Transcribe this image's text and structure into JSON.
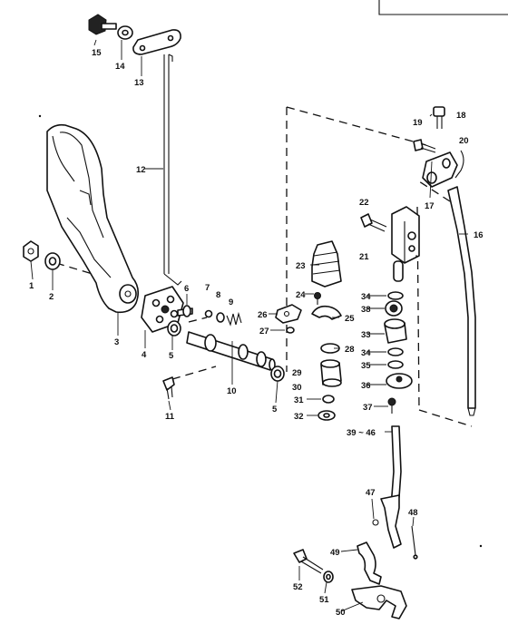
{
  "diagram": {
    "labels": [
      {
        "id": "15",
        "text": "15"
      },
      {
        "id": "14",
        "text": "14"
      },
      {
        "id": "13",
        "text": "13"
      },
      {
        "id": "12",
        "text": "12"
      },
      {
        "id": "1",
        "text": "1"
      },
      {
        "id": "2",
        "text": "2"
      },
      {
        "id": "3",
        "text": "3"
      },
      {
        "id": "4",
        "text": "4"
      },
      {
        "id": "5a",
        "text": "5"
      },
      {
        "id": "6",
        "text": "6"
      },
      {
        "id": "7",
        "text": "7"
      },
      {
        "id": "8",
        "text": "8"
      },
      {
        "id": "9",
        "text": "9"
      },
      {
        "id": "10",
        "text": "10"
      },
      {
        "id": "5b",
        "text": "5"
      },
      {
        "id": "11",
        "text": "11"
      },
      {
        "id": "18",
        "text": "18"
      },
      {
        "id": "19",
        "text": "19"
      },
      {
        "id": "20",
        "text": "20"
      },
      {
        "id": "17",
        "text": "17"
      },
      {
        "id": "16",
        "text": "16"
      },
      {
        "id": "22",
        "text": "22"
      },
      {
        "id": "21",
        "text": "21"
      },
      {
        "id": "23",
        "text": "23"
      },
      {
        "id": "24",
        "text": "24"
      },
      {
        "id": "26",
        "text": "26"
      },
      {
        "id": "25",
        "text": "25"
      },
      {
        "id": "34a",
        "text": "34"
      },
      {
        "id": "38",
        "text": "38"
      },
      {
        "id": "27",
        "text": "27"
      },
      {
        "id": "33",
        "text": "33"
      },
      {
        "id": "28",
        "text": "28"
      },
      {
        "id": "34b",
        "text": "34"
      },
      {
        "id": "35",
        "text": "35"
      },
      {
        "id": "29",
        "text": "29"
      },
      {
        "id": "30",
        "text": "30"
      },
      {
        "id": "36",
        "text": "36"
      },
      {
        "id": "31",
        "text": "31"
      },
      {
        "id": "37",
        "text": "37"
      },
      {
        "id": "32",
        "text": "32"
      },
      {
        "id": "39_46",
        "text": "39 ~ 46"
      },
      {
        "id": "47",
        "text": "47"
      },
      {
        "id": "48",
        "text": "48"
      },
      {
        "id": "49",
        "text": "49"
      },
      {
        "id": "52",
        "text": "52"
      },
      {
        "id": "51",
        "text": "51"
      },
      {
        "id": "50",
        "text": "50"
      }
    ]
  }
}
